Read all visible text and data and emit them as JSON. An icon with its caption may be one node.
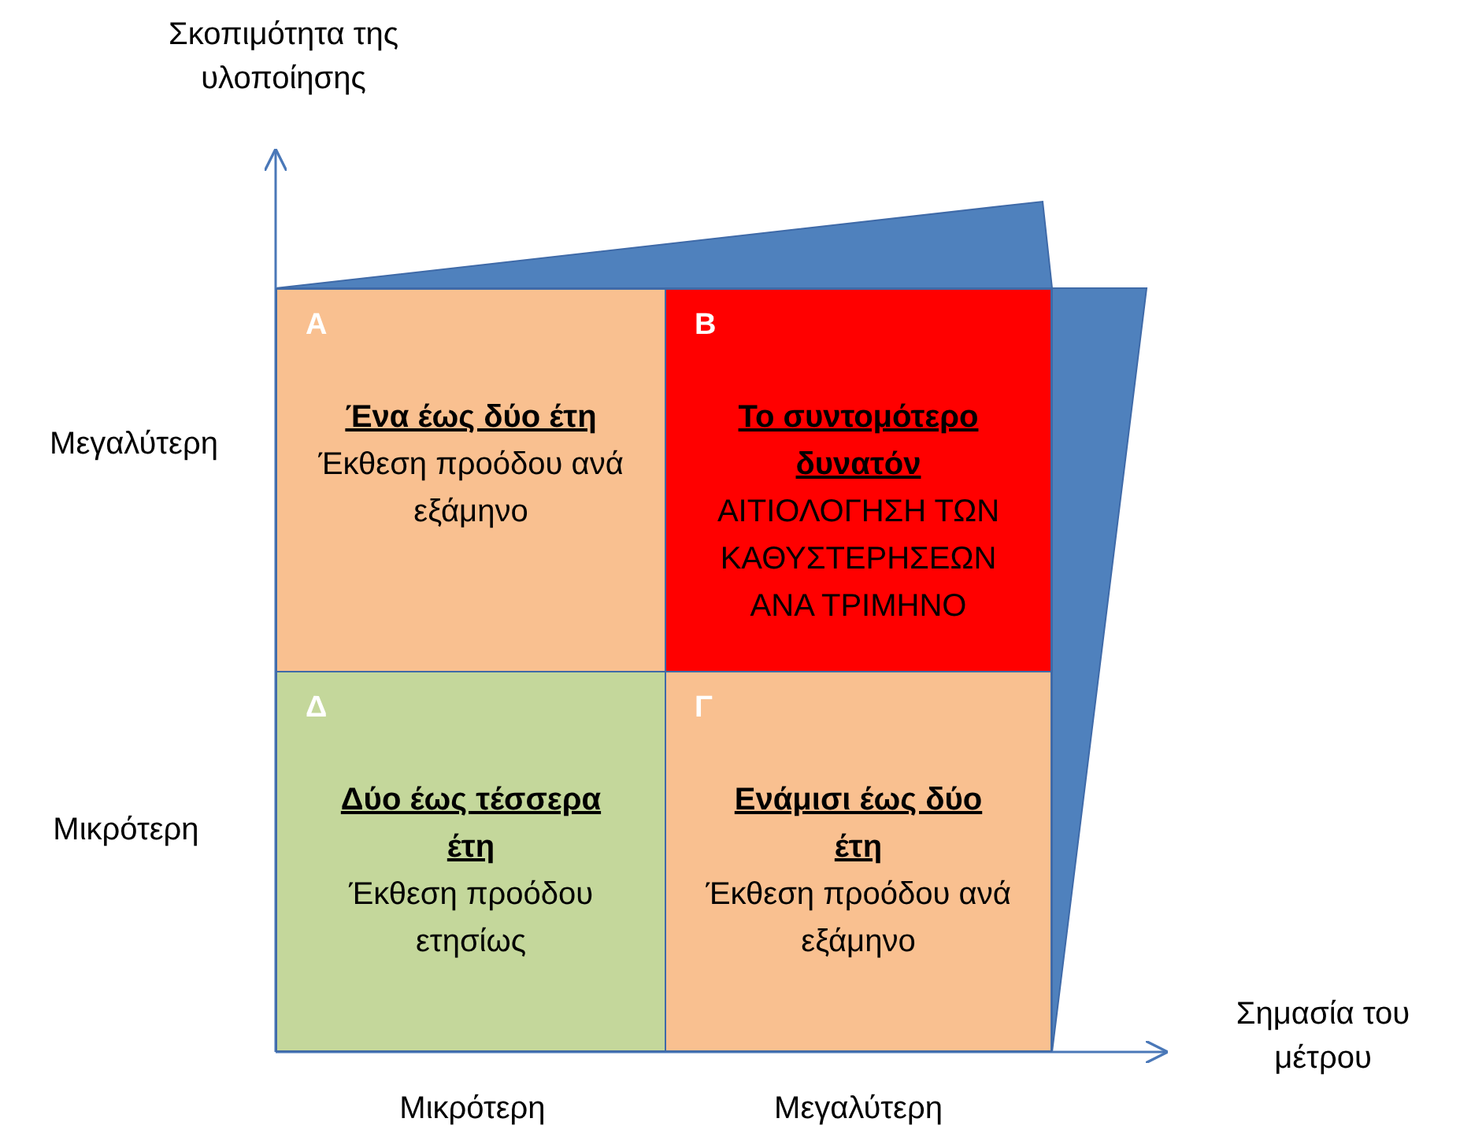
{
  "diagram": {
    "nodes": [
      {
        "text": [
          "Α",
          "Ένα έως δύο έτη",
          "Έκθεση προόδου ανά εξάμηνο"
        ]
      },
      {
        "text": [
          "Β",
          "Το συντομότερο δυνατόν",
          "ΑΙΤΙΟΛΟΓΗΣΗ ΤΩΝ ΚΑΘΥΣΤΕΡΗΣΕΩΝ ΑΝΑ ΤΡΙΜΗΝΟ"
        ]
      },
      {
        "text": [
          "Δ",
          "Δύο έως τέσσερα έτη",
          "Έκθεση προόδου ετησίως"
        ]
      },
      {
        "text": [
          "Γ",
          "Ενάμισι έως δύο έτη",
          "Έκθεση προόδου ανά εξάμηνο"
        ]
      }
    ],
    "labels": [
      "Σκοπιμότητα της υλοποίησης",
      "Μεγαλύτερη",
      "Μικρότερη",
      "Σημασία του μέτρου",
      "Μικρότερη",
      "Μεγαλύτερη"
    ]
  }
}
